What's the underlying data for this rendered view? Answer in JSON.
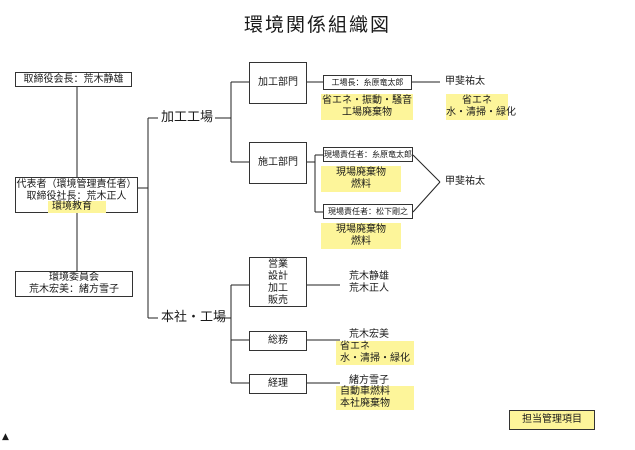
{
  "title": "環境関係組織図",
  "chair": "取締役会長：荒木静雄",
  "rep": {
    "line1": "代表者（環境管理責任者）",
    "line2": "取締役社長：荒木正人",
    "item": "環境教育"
  },
  "committee": {
    "line1": "環境委員会",
    "line2": "荒木宏美：緒方雪子"
  },
  "factory": {
    "label": "加工工場",
    "kako": {
      "label": "加工部門",
      "head": "工場長：糸原竜太郎",
      "items": [
        "省エネ・振動・騒音",
        "工場廃棄物"
      ],
      "person": "甲斐祐太",
      "person_items": [
        "省エネ",
        "水・清掃・緑化"
      ]
    },
    "seko": {
      "label": "施工部門",
      "head1": "現場責任者：糸原竜太郎",
      "items1": [
        "現場廃棄物",
        "燃料"
      ],
      "head2": "現場責任者：松下剛之",
      "items2": [
        "現場廃棄物",
        "燃料"
      ],
      "person": "甲斐祐太"
    }
  },
  "hq": {
    "label": "本社・工場",
    "sales": {
      "labels": [
        "営業",
        "設計",
        "加工",
        "販売"
      ],
      "persons": [
        "荒木静雄",
        "荒木正人"
      ]
    },
    "general": {
      "label": "総務",
      "person": "荒木宏美",
      "items": [
        "省エネ",
        "水・清掃・緑化"
      ]
    },
    "accounting": {
      "label": "経理",
      "person": "緒方雪子",
      "items": [
        "自動車燃料",
        "本社廃棄物"
      ]
    }
  },
  "legend": "担当管理項目",
  "corner_mark": "▲"
}
